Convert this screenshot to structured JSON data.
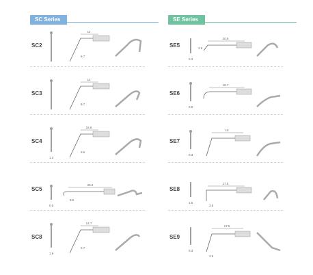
{
  "colors": {
    "sc_accent": "#7fb2df",
    "se_accent": "#6fc3a0",
    "tip": "#9aa0a6",
    "line": "#666666"
  },
  "sc": {
    "title": "SC Series",
    "items": [
      {
        "code": "SC2",
        "length": "14",
        "angle": "9.7",
        "width": ""
      },
      {
        "code": "SC3",
        "length": "14",
        "angle": "9.7",
        "width": ""
      },
      {
        "code": "SC4",
        "length": "15.8",
        "angle": "9.5",
        "width": "1.3"
      },
      {
        "code": "SC5",
        "length": "28.2",
        "angle": "8.5",
        "width": "0.5"
      },
      {
        "code": "SC8",
        "length": "14.7",
        "angle": "9.7",
        "width": "1.6"
      }
    ]
  },
  "se": {
    "title": "SE Series",
    "items": [
      {
        "code": "SE5",
        "length": "20.9",
        "angle": "3.5",
        "width": "0.3"
      },
      {
        "code": "SE6",
        "length": "18.7",
        "angle": "",
        "width": "0.5"
      },
      {
        "code": "SE7",
        "length": "16",
        "angle": "",
        "width": "0.3"
      },
      {
        "code": "SE8",
        "length": "17.5",
        "angle": "3.5",
        "width": "1.6"
      },
      {
        "code": "SE9",
        "length": "17.5",
        "angle": "3.5",
        "width": "0.3"
      }
    ]
  }
}
